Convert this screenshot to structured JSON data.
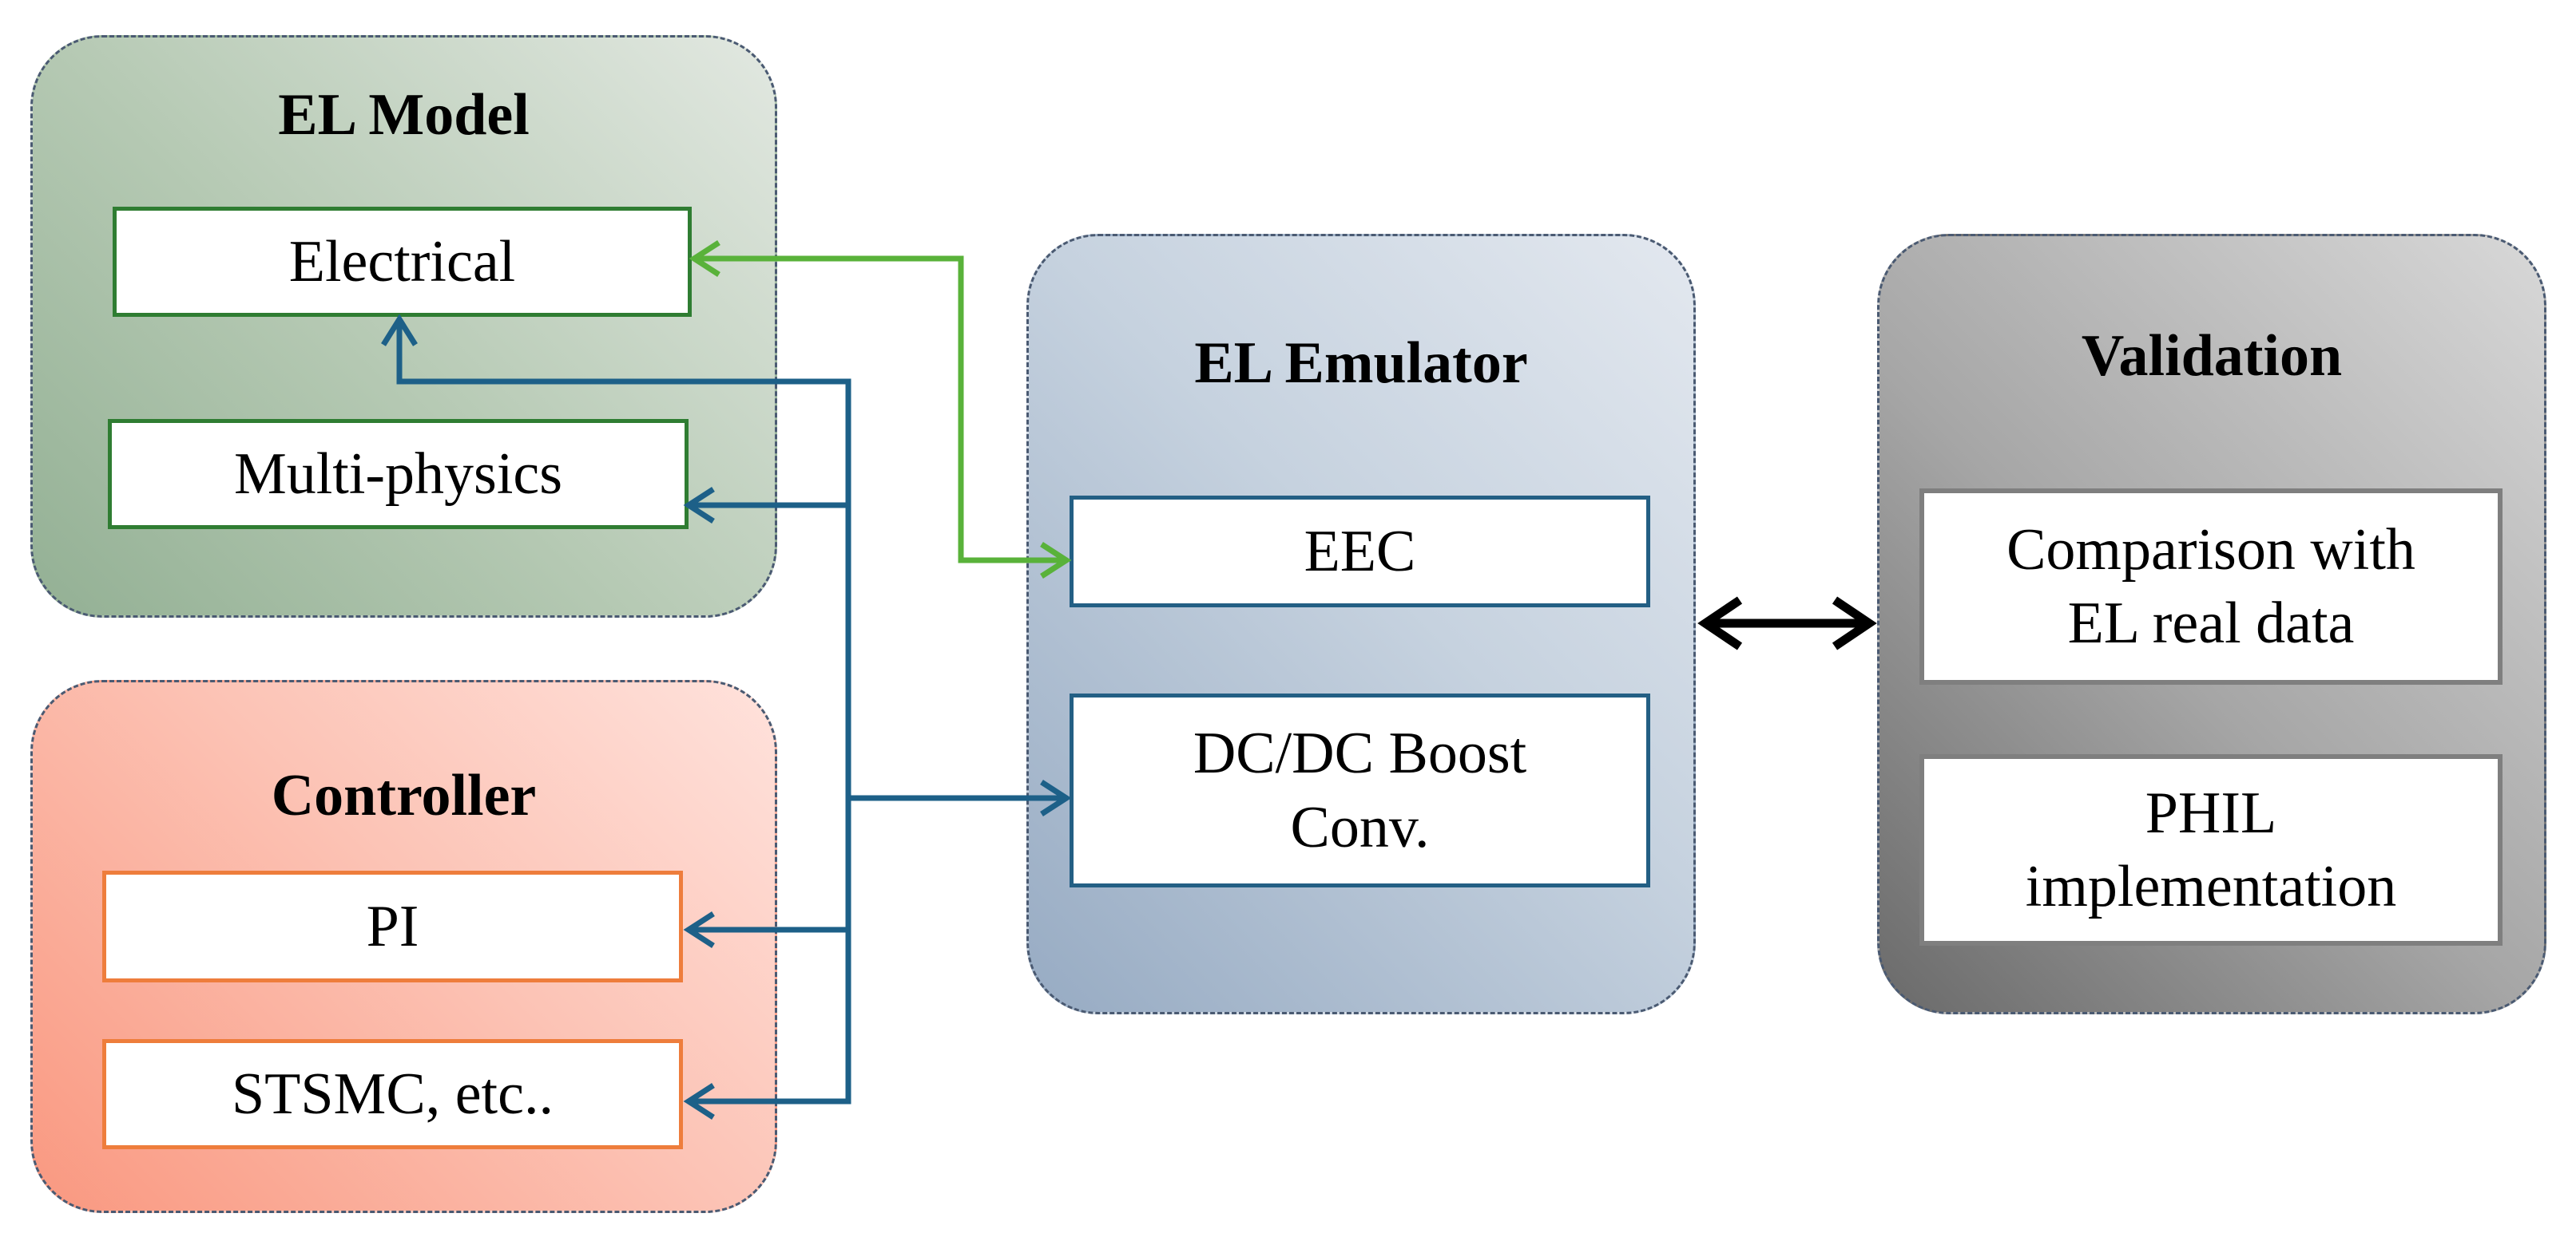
{
  "groups": {
    "el_model": {
      "title": "EL Model",
      "items": [
        "Electrical",
        "Multi-physics"
      ]
    },
    "controller": {
      "title": "Controller",
      "items": [
        "PI",
        "STSMC, etc.."
      ]
    },
    "el_emulator": {
      "title": "EL Emulator",
      "items": [
        "EEC",
        "DC/DC Boost\nConv."
      ]
    },
    "validation": {
      "title": "Validation",
      "items": [
        "Comparison with\nEL real data",
        "PHIL\nimplementation"
      ]
    }
  },
  "colors": {
    "green_link": "#59b23a",
    "blue_link": "#1d6088",
    "bidirectional_arrow": "#000000"
  }
}
